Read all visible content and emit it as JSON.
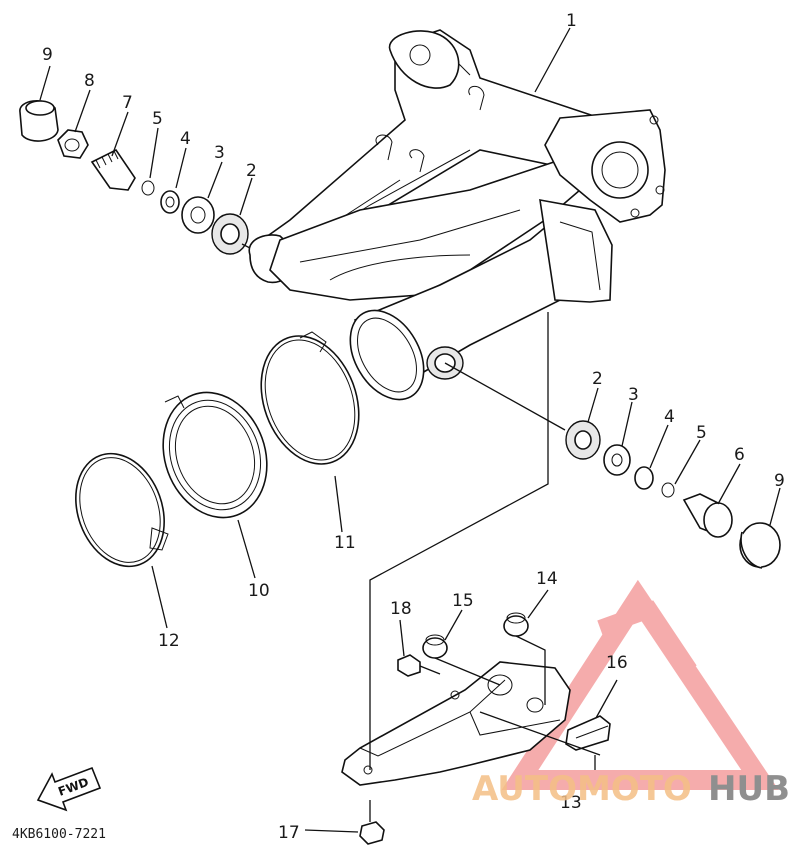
{
  "part_labels": [
    "1",
    "2",
    "3",
    "4",
    "5",
    "6",
    "7",
    "8",
    "9",
    "10",
    "11",
    "12",
    "13",
    "14",
    "15",
    "16",
    "17",
    "18"
  ],
  "labels": {
    "p1": "1",
    "p2a": "2",
    "p3a": "3",
    "p4a": "4",
    "p5a": "5",
    "p7": "7",
    "p8": "8",
    "p9a": "9",
    "p2b": "2",
    "p3b": "3",
    "p4b": "4",
    "p5b": "5",
    "p6": "6",
    "p9b": "9",
    "p10": "10",
    "p11": "11",
    "p12": "12",
    "p13": "13",
    "p14": "14",
    "p15": "15",
    "p16": "16",
    "p17": "17",
    "p18": "18"
  },
  "fwd_label": "FWD",
  "diagram_code": "4KB6100-7221",
  "watermark": {
    "part1": "AUTOMOTO",
    "part2": "HUB",
    "logo_color": "#f08080",
    "text_color": "#f4bf86",
    "hub_color": "#8f8f8f"
  }
}
